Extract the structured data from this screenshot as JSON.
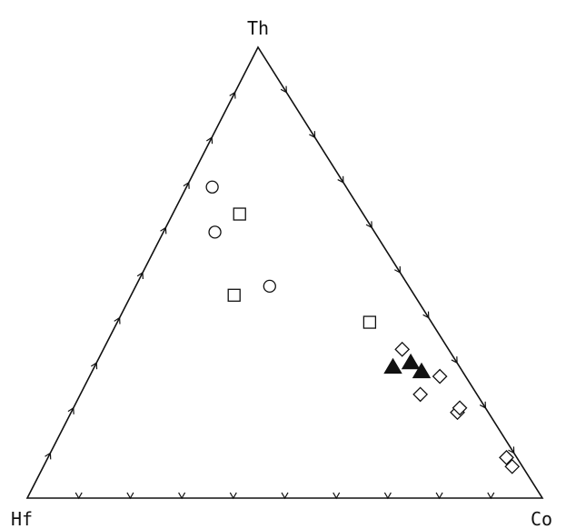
{
  "chart_data": {
    "type": "scatter",
    "subtype": "ternary",
    "vertices": {
      "top": "Th",
      "left": "Hf",
      "right": "Co"
    },
    "tick_interval": 0.1,
    "grid": false,
    "legend": "none",
    "series": [
      {
        "marker": "circle",
        "filled": false,
        "points": [
          {
            "Th": 0.69,
            "Hf": 0.26,
            "Co": 0.05
          },
          {
            "Th": 0.59,
            "Hf": 0.31,
            "Co": 0.1
          },
          {
            "Th": 0.47,
            "Hf": 0.27,
            "Co": 0.26
          }
        ]
      },
      {
        "marker": "square",
        "filled": false,
        "points": [
          {
            "Th": 0.63,
            "Hf": 0.24,
            "Co": 0.13
          },
          {
            "Th": 0.45,
            "Hf": 0.35,
            "Co": 0.2
          },
          {
            "Th": 0.39,
            "Hf": 0.12,
            "Co": 0.49
          }
        ]
      },
      {
        "marker": "triangle",
        "filled": true,
        "points": [
          {
            "Th": 0.29,
            "Hf": 0.13,
            "Co": 0.58
          },
          {
            "Th": 0.3,
            "Hf": 0.09,
            "Co": 0.61
          },
          {
            "Th": 0.28,
            "Hf": 0.08,
            "Co": 0.64
          }
        ]
      },
      {
        "marker": "diamond",
        "filled": false,
        "points": [
          {
            "Th": 0.33,
            "Hf": 0.09,
            "Co": 0.58
          },
          {
            "Th": 0.27,
            "Hf": 0.05,
            "Co": 0.68
          },
          {
            "Th": 0.23,
            "Hf": 0.11,
            "Co": 0.66
          },
          {
            "Th": 0.19,
            "Hf": 0.06,
            "Co": 0.75
          },
          {
            "Th": 0.2,
            "Hf": 0.05,
            "Co": 0.75
          },
          {
            "Th": 0.09,
            "Hf": 0.02,
            "Co": 0.89
          },
          {
            "Th": 0.07,
            "Hf": 0.02,
            "Co": 0.91
          }
        ]
      }
    ]
  }
}
